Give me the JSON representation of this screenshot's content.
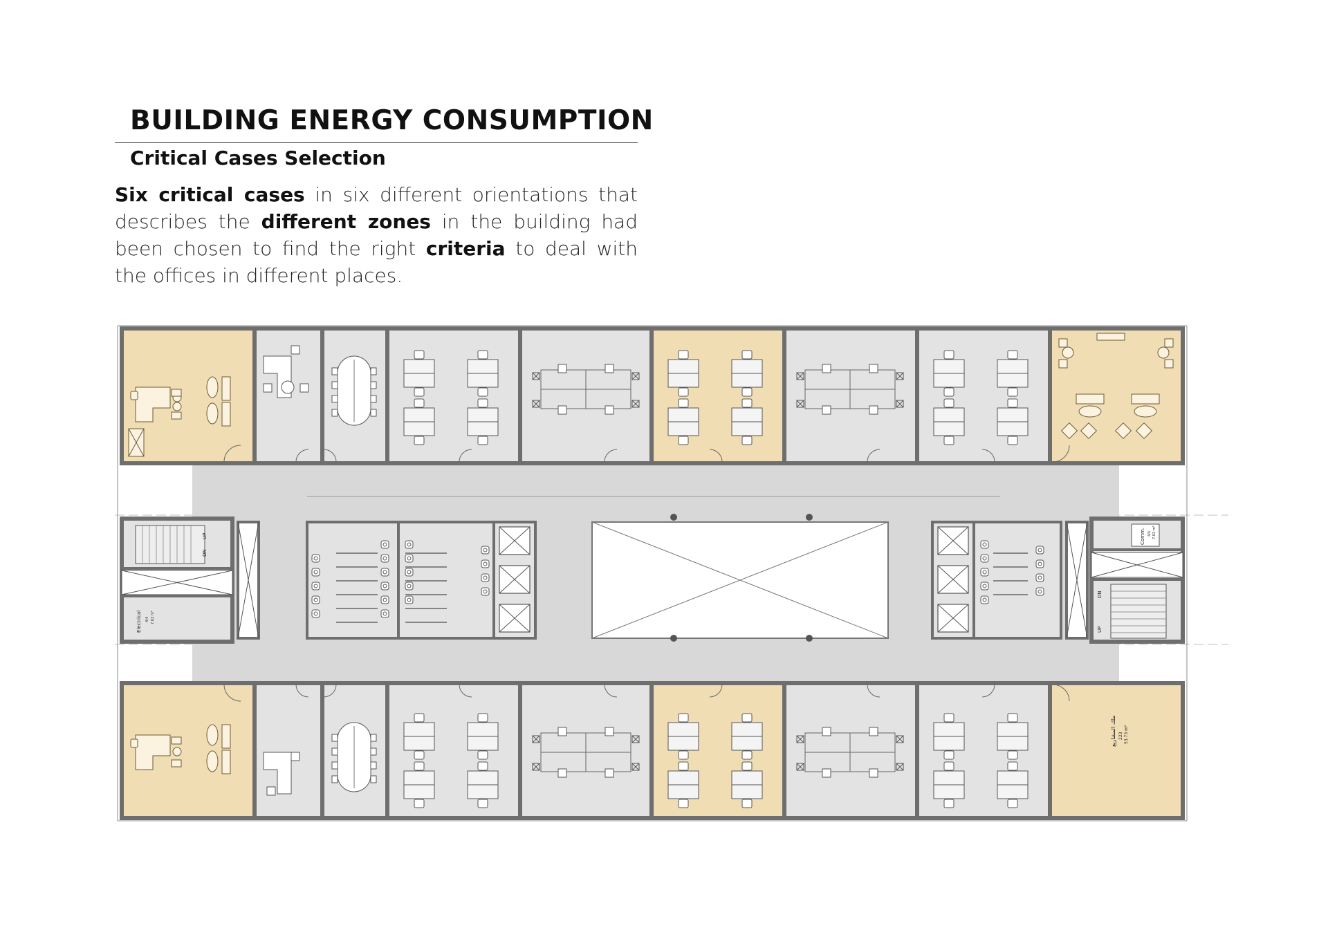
{
  "header": {
    "title": "BUILDING ENERGY CONSUMPTION",
    "subtitle": "Critical Cases Selection"
  },
  "intro": {
    "p1": "Six critical cases",
    "p2": " in six different orientations that describes the ",
    "p3": "different zones",
    "p4": " in the building had been chosen to find the right ",
    "p5": "criteria",
    "p6": " to deal with the offices in different places."
  },
  "plan": {
    "labels": {
      "up_left": "UP",
      "dn_left": "DN",
      "electrical": "Electrical",
      "elec_num": "4/4",
      "elec_area": "7.02 m²",
      "comm": "Comm.",
      "comm_num": "4/4",
      "comm_area": "7.02 m²",
      "up_right": "UP",
      "dn_right": "DN",
      "room_arabic": "ملك المشاريع",
      "room_code": "223",
      "room_area": "53.73 m²"
    },
    "colors": {
      "wall": "#6e6e6e",
      "room_fill": "#e3e3e3",
      "highlight_fill": "#f0ddb4",
      "corridor_fill": "#d8d8d8",
      "void_fill": "#ffffff"
    },
    "critical_cases": [
      "top-left corner office",
      "top middle office",
      "top-right corner lounge",
      "bottom-left corner office",
      "bottom middle office",
      "bottom-right corner office"
    ]
  }
}
